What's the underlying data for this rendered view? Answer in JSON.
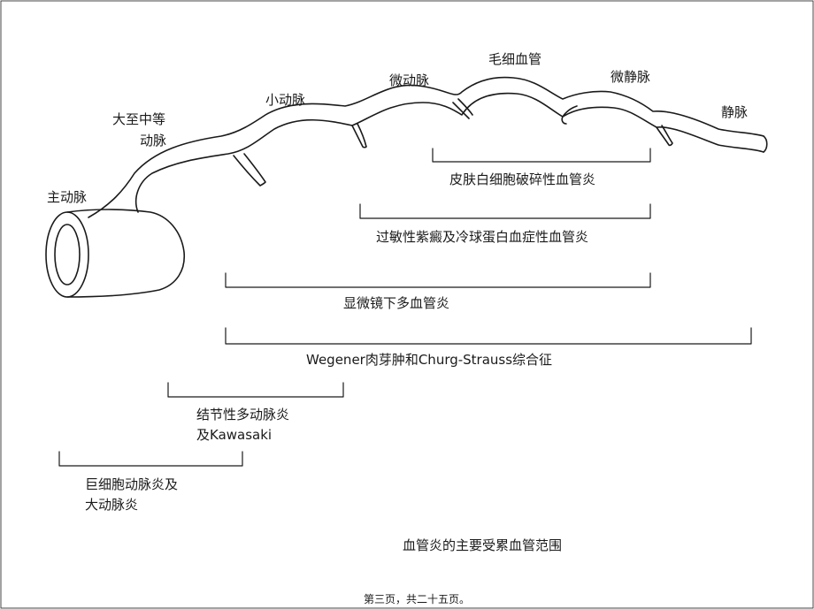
{
  "vessels": {
    "aorta": "主动脉",
    "large_medium_line1": "大至中等",
    "large_medium_line2": "动脉",
    "arteriole": "小动脉",
    "microartery": "微动脉",
    "capillary": "毛细血管",
    "microvein": "微静脉",
    "vein": "静脉"
  },
  "diseases": {
    "leukocytoclastic": "皮肤白细胞破碎性血管炎",
    "hsp_cryo": "过敏性紫癜及冷球蛋白血症性血管炎",
    "microscopic": "显微镜下多血管炎",
    "wegener": "Wegener肉芽肿和Churg-Strauss综合征",
    "pan_line1": "结节性多动脉炎",
    "pan_line2": "及Kawasaki",
    "giant_line1": "巨细胞动脉炎及",
    "giant_line2": "大动脉炎"
  },
  "caption": "血管炎的主要受累血管范围",
  "footer": "第三页，共二十五页。"
}
